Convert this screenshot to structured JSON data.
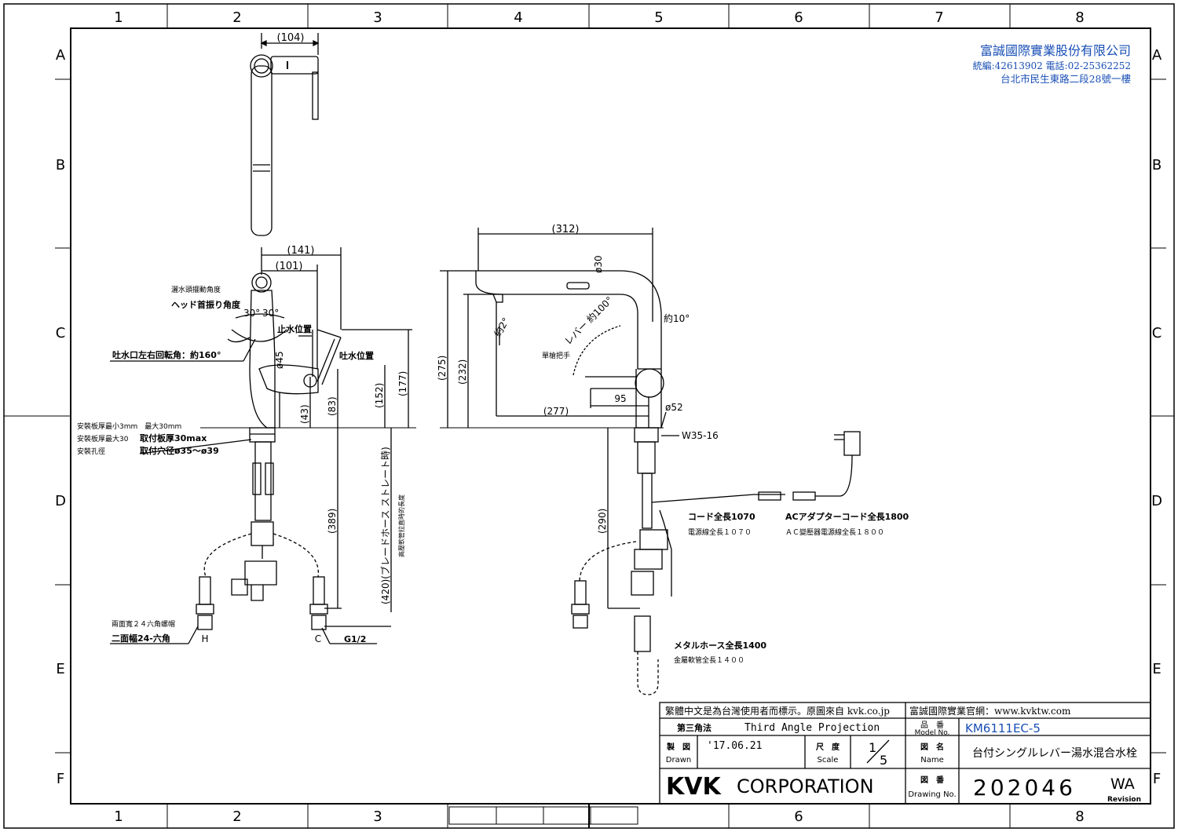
{
  "grid": {
    "columns": [
      "1",
      "2",
      "3",
      "4",
      "5",
      "6",
      "7",
      "8"
    ],
    "rows": [
      "A",
      "B",
      "C",
      "D",
      "E",
      "F"
    ]
  },
  "company": {
    "name": "富誠國際實業股份有限公司",
    "contact": "統編:42613902 電話:02-25362252",
    "address": "台北市民生東路二段28號一樓"
  },
  "top_view": {
    "dim_width": "(104)"
  },
  "side_view": {
    "dim_141": "(141)",
    "dim_101": "(101)",
    "head_angle_zh": "灑水頭擺動角度",
    "head_angle_jp": "ヘッド首振り角度",
    "angle_30_left": "30°",
    "angle_30_right": "30°",
    "spout_rotation": "吐水口左右回転角：約160°",
    "stop_position": "止水位置",
    "discharge_position": "吐水位置",
    "dim_45": "ø45",
    "dim_43": "(43)",
    "dim_83": "(83)",
    "dim_152": "(152)",
    "dim_177": "(177)",
    "plate_thickness_zh1": "安裝板厚最小3mm　最大30mm",
    "plate_thickness_zh2": "安裝板厚最大30",
    "plate_thickness_jp": "取付板厚30max",
    "hole_zh": "安裝孔徑",
    "hole_jp": "取付穴径ø35～ø39",
    "dim_389": "(389)",
    "braided_hose": "(420)(ブレードホース ストレート時)",
    "braided_hose_zh": "高壓軟管拉直時的長度",
    "hex_zh": "兩面寬２４六角螺帽",
    "hex_jp": "二面幅24-六角",
    "label_h": "H",
    "label_c": "C",
    "thread": "G1/2"
  },
  "front_view": {
    "dim_312": "(312)",
    "dim_30": "ø30",
    "dim_275": "(275)",
    "dim_232": "(232)",
    "angle_2": "約2°",
    "lever": "レバー 約100°",
    "lever_zh": "單槍把手",
    "angle_10": "約10°",
    "dim_95": "95",
    "dim_277": "(277)",
    "dim_52": "ø52",
    "thread_w": "W35-16",
    "dim_290": "(290)",
    "cord_jp": "コード全長1070",
    "cord_zh": "電源線全長１０７０",
    "adapter_jp": "ACアダプターコード全長1800",
    "adapter_zh": "ＡＣ變壓器電源線全長１８００",
    "metal_hose_jp": "メタルホース全長1400",
    "metal_hose_zh": "金屬軟管全長１４００"
  },
  "title_block": {
    "note": "繁體中文是為台灣使用者而標示。原圖來自 kvk.co.jp",
    "website": "富誠國際實業官網：www.kvktw.com",
    "projection_jp": "第三角法",
    "projection_en": "Third Angle Projection",
    "model_label_jp": "品　番",
    "model_label_en": "Model No.",
    "model_no": "KM6111EC-5",
    "drawn_jp": "製　図",
    "drawn_en": "Drawn",
    "date": "'17.06.21",
    "scale_jp": "尺　度",
    "scale_en": "Scale",
    "scale_num": "1",
    "scale_den": "5",
    "name_label_jp": "図　名",
    "name_label_en": "Name",
    "product_name": "台付シングルレバー湯水混合水栓",
    "brand": "KVK",
    "corporation": "CORPORATION",
    "drawing_label_jp": "図　番",
    "drawing_label_en": "Drawing No.",
    "drawing_no": "202046",
    "revision": "WA",
    "revision_label": "Revision"
  }
}
